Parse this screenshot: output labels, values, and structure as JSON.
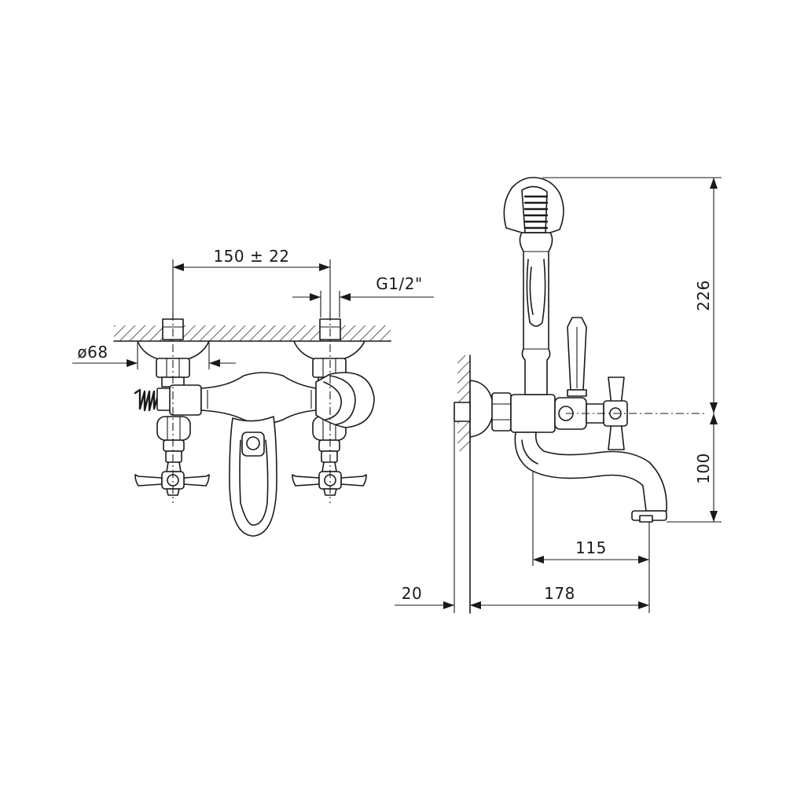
{
  "front_view": {
    "dim_spacing": "150 ± 22",
    "dim_thread": "G1/2\"",
    "dim_rosette": "ø68"
  },
  "side_view": {
    "dim_height_top": "226",
    "dim_height_bottom": "100",
    "dim_spout": "115",
    "dim_projection": "178",
    "dim_wall": "20"
  }
}
